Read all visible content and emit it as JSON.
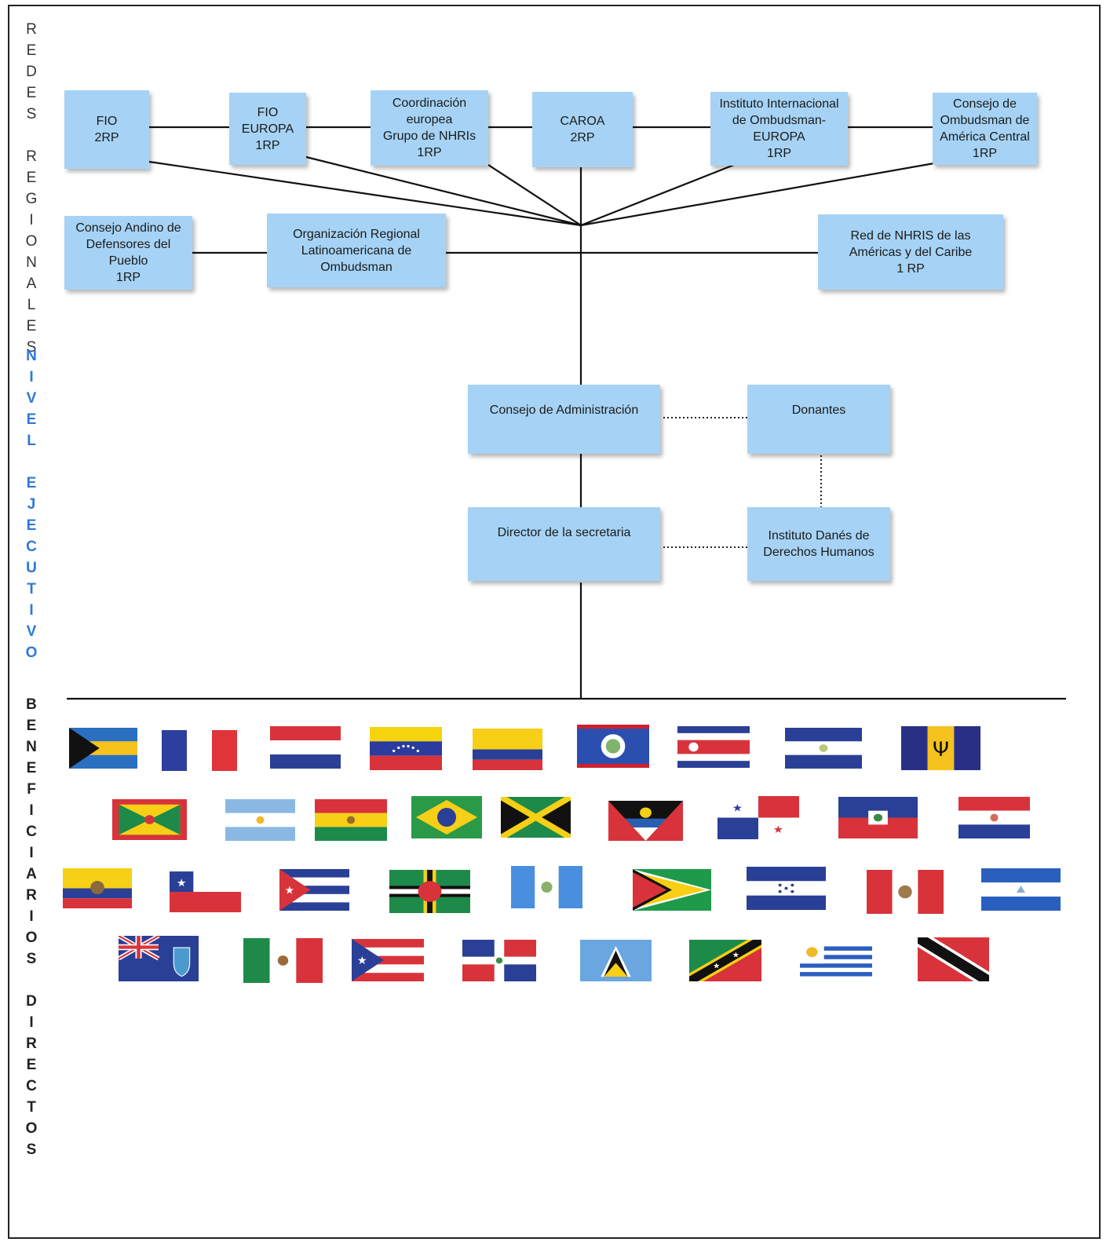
{
  "side_labels": {
    "redes": "REDES REGIONALES",
    "nivel": "NIVEL EJECUTIVO",
    "beneficiarios": "BENEFICIARIOS DIRECTOS"
  },
  "nodes": {
    "fio": "FIO\n2RP",
    "fio_europa": "FIO\nEUROPA\n1RP",
    "coordinacion": "Coordinación\neuropea\nGrupo de NHRIs\n1RP",
    "caroa": "CAROA\n2RP",
    "instituto_int": "Instituto Internacional\nde Ombudsman-\nEUROPA\n1RP",
    "consejo_ac": "Consejo de\nOmbudsman de\nAmérica Central\n1RP",
    "consejo_andino": "Consejo Andino de\nDefensores del\nPueblo\n1RP",
    "org_regional": "Organización Regional\nLatinoamericana de\nOmbudsman",
    "red_nhris": "Red de NHRIS de las\nAméricas y del Caribe\n1 RP",
    "consejo_admin": "Consejo de Administración",
    "donantes": "Donantes",
    "director": "Director de la secretaria",
    "instituto_danes": "Instituto Danés de\nDerechos Humanos"
  },
  "colors": {
    "box_fill": "#a6d3f5",
    "nivel_label": "#2f78d8"
  },
  "flags": [
    "bahamas",
    "france",
    "netherlands",
    "venezuela",
    "colombia",
    "belize",
    "costa-rica",
    "el-salvador",
    "barbados",
    "grenada",
    "argentina",
    "bolivia",
    "brazil",
    "jamaica",
    "antigua-and-barbuda",
    "panama",
    "haiti",
    "paraguay",
    "ecuador",
    "chile",
    "cuba",
    "dominica",
    "guatemala",
    "guyana",
    "honduras",
    "peru",
    "nicaragua",
    "montserrat",
    "mexico",
    "puerto-rico",
    "dominican-republic",
    "saint-lucia",
    "saint-kitts-and-nevis",
    "uruguay",
    "trinidad-and-tobago"
  ]
}
